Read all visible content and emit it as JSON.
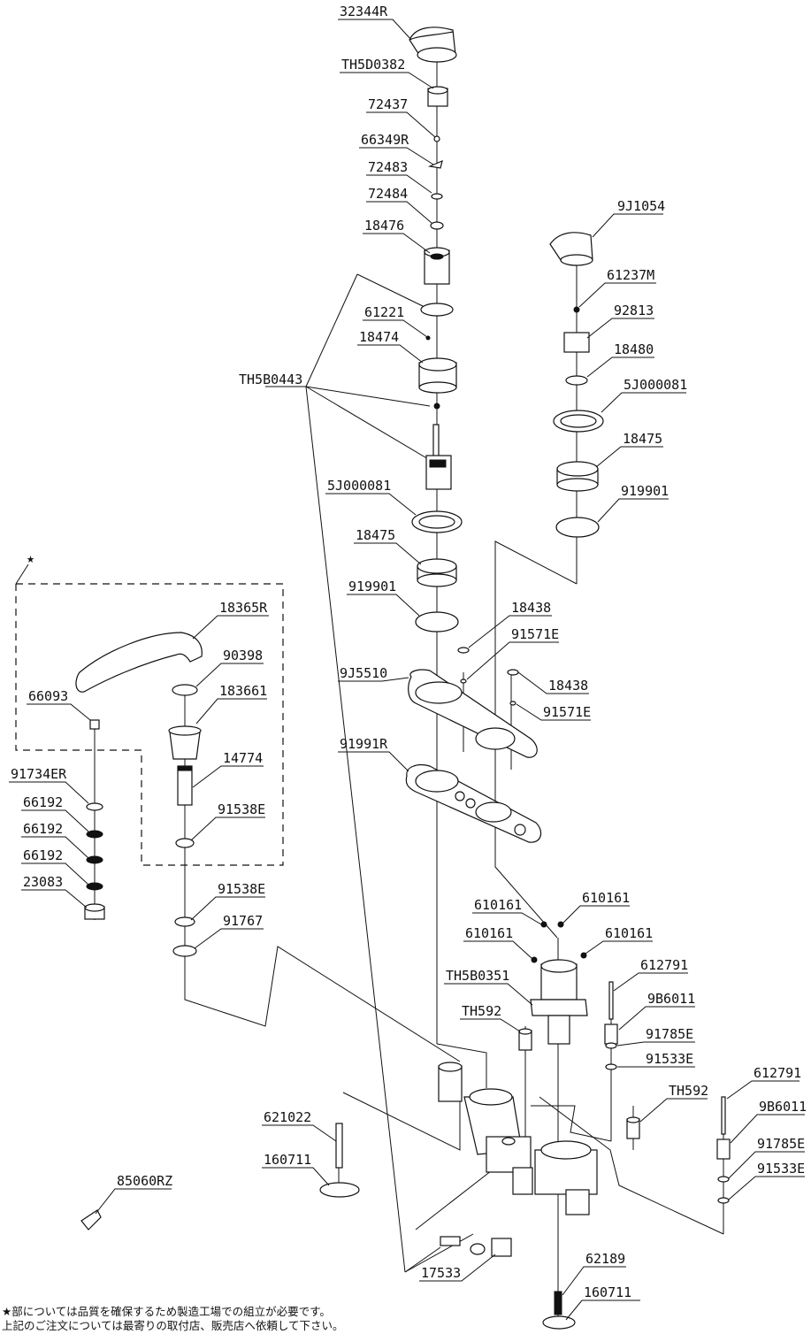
{
  "parts": {
    "p32344R": "32344R",
    "pTH5D0382": "TH5D0382",
    "p72437": "72437",
    "p66349R": "66349R",
    "p72483": "72483",
    "p72484": "72484",
    "p18476": "18476",
    "p61221": "61221",
    "p18474": "18474",
    "pTH5B0443": "TH5B0443",
    "p5J000081a": "5J000081",
    "p18475a": "18475",
    "p919901a": "919901",
    "p9J1054": "9J1054",
    "p61237M": "61237M",
    "p92813": "92813",
    "p18480": "18480",
    "p5J000081b": "5J000081",
    "p18475b": "18475",
    "p919901b": "919901",
    "p18438a": "18438",
    "p91571Ea": "91571E",
    "p18438b": "18438",
    "p91571Eb": "91571E",
    "p9J5510": "9J5510",
    "p91991R": "91991R",
    "p18365R": "18365R",
    "p90398": "90398",
    "p183661": "183661",
    "p14774": "14774",
    "p91538Ea": "91538E",
    "p66093": "66093",
    "p91734ER": "91734ER",
    "p66192a": "66192",
    "p66192b": "66192",
    "p66192c": "66192",
    "p23083": "23083",
    "p91538Eb": "91538E",
    "p91767": "91767",
    "p610161a": "610161",
    "p610161b": "610161",
    "p610161c": "610161",
    "p610161d": "610161",
    "pTH5B0351": "TH5B0351",
    "pTH592a": "TH592",
    "p612791a": "612791",
    "p9B6011a": "9B6011",
    "p91785Ea": "91785E",
    "p91533Ea": "91533E",
    "pTH592b": "TH592",
    "p612791b": "612791",
    "p9B6011b": "9B6011",
    "p91785Eb": "91785E",
    "p91533Eb": "91533E",
    "p621022": "621022",
    "p160711a": "160711",
    "p85060RZ": "85060RZ",
    "p17533": "17533",
    "p62189": "62189",
    "p160711b": "160711"
  },
  "star_mark": "★",
  "notes": {
    "line1": "★部については品質を確保するため製造工場での組立が必要です。",
    "line2": "上記のご注文については最寄りの取付店、販売店へ依頼して下さい。"
  }
}
